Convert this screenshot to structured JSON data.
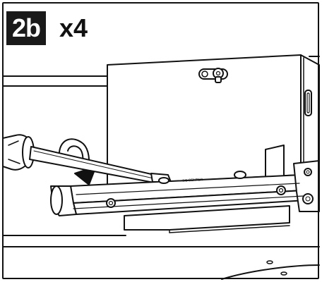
{
  "header": {
    "step_label": "2b",
    "count_label": "x4"
  },
  "illustration": {
    "bracket_marking": "— 1/2 CENTER —",
    "icons": [
      "screwdriver-icon",
      "rotation-arrow-icon",
      "screw-icon",
      "keyhole-slot-icon"
    ],
    "colors": {
      "line": "#111111",
      "fill": "#ffffff",
      "badge_background": "#1a1a1a",
      "badge_text": "#ffffff"
    }
  }
}
